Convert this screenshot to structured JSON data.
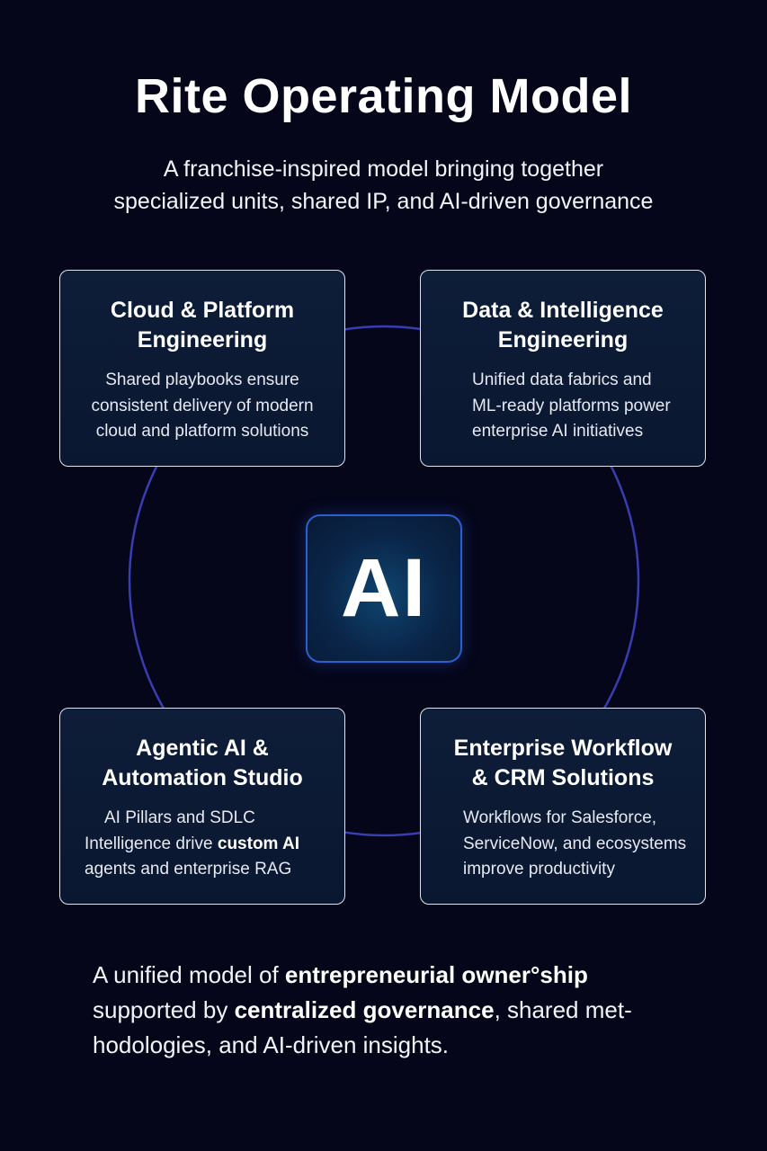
{
  "header": {
    "title": "Rite Operating Model",
    "subtitle_lines": [
      "A franchise-inspired model bringing together",
      "specialized units, shared IP, and AI-driven governance"
    ]
  },
  "center": {
    "label": "AI"
  },
  "cards": [
    {
      "title_lines": [
        "Cloud & Platform",
        "Engineering"
      ],
      "desc_lines": [
        "Shared playbooks ensure",
        "consistent delivery of modern",
        "cloud and platform solutions"
      ]
    },
    {
      "title_lines": [
        "Data & Intelligence",
        "Engineering"
      ],
      "desc_lines": [
        "Unified data fabrics and",
        "ML-ready platforms power",
        "enterprise AI initiatives"
      ]
    },
    {
      "title_lines": [
        "Agentic AI &",
        "Automation Studio"
      ],
      "desc_lines": [
        "AI Pillars and SDLC",
        "Intelligence drive ",
        "custom AI",
        "agents and enterprise RAG"
      ]
    },
    {
      "title_lines": [
        "Enterprise Workflow",
        "& CRM Solutions"
      ],
      "desc_lines": [
        "Workflows for Salesforce,",
        "ServiceNow, and ecosystems",
        "improve productivity"
      ]
    }
  ],
  "footer": {
    "line1_a": "A unified model of ",
    "line1_b": "entrepreneurial owner°ship",
    "line2_a": "supported by ",
    "line2_b": "centralized governance",
    "line2_c": ", shared met-",
    "line3": "hodologies, and AI-driven insights."
  },
  "colors": {
    "background": "#05061a",
    "ring": "#3a3db0",
    "card": "#0c1a33",
    "ai_border": "#2d5fcf"
  }
}
